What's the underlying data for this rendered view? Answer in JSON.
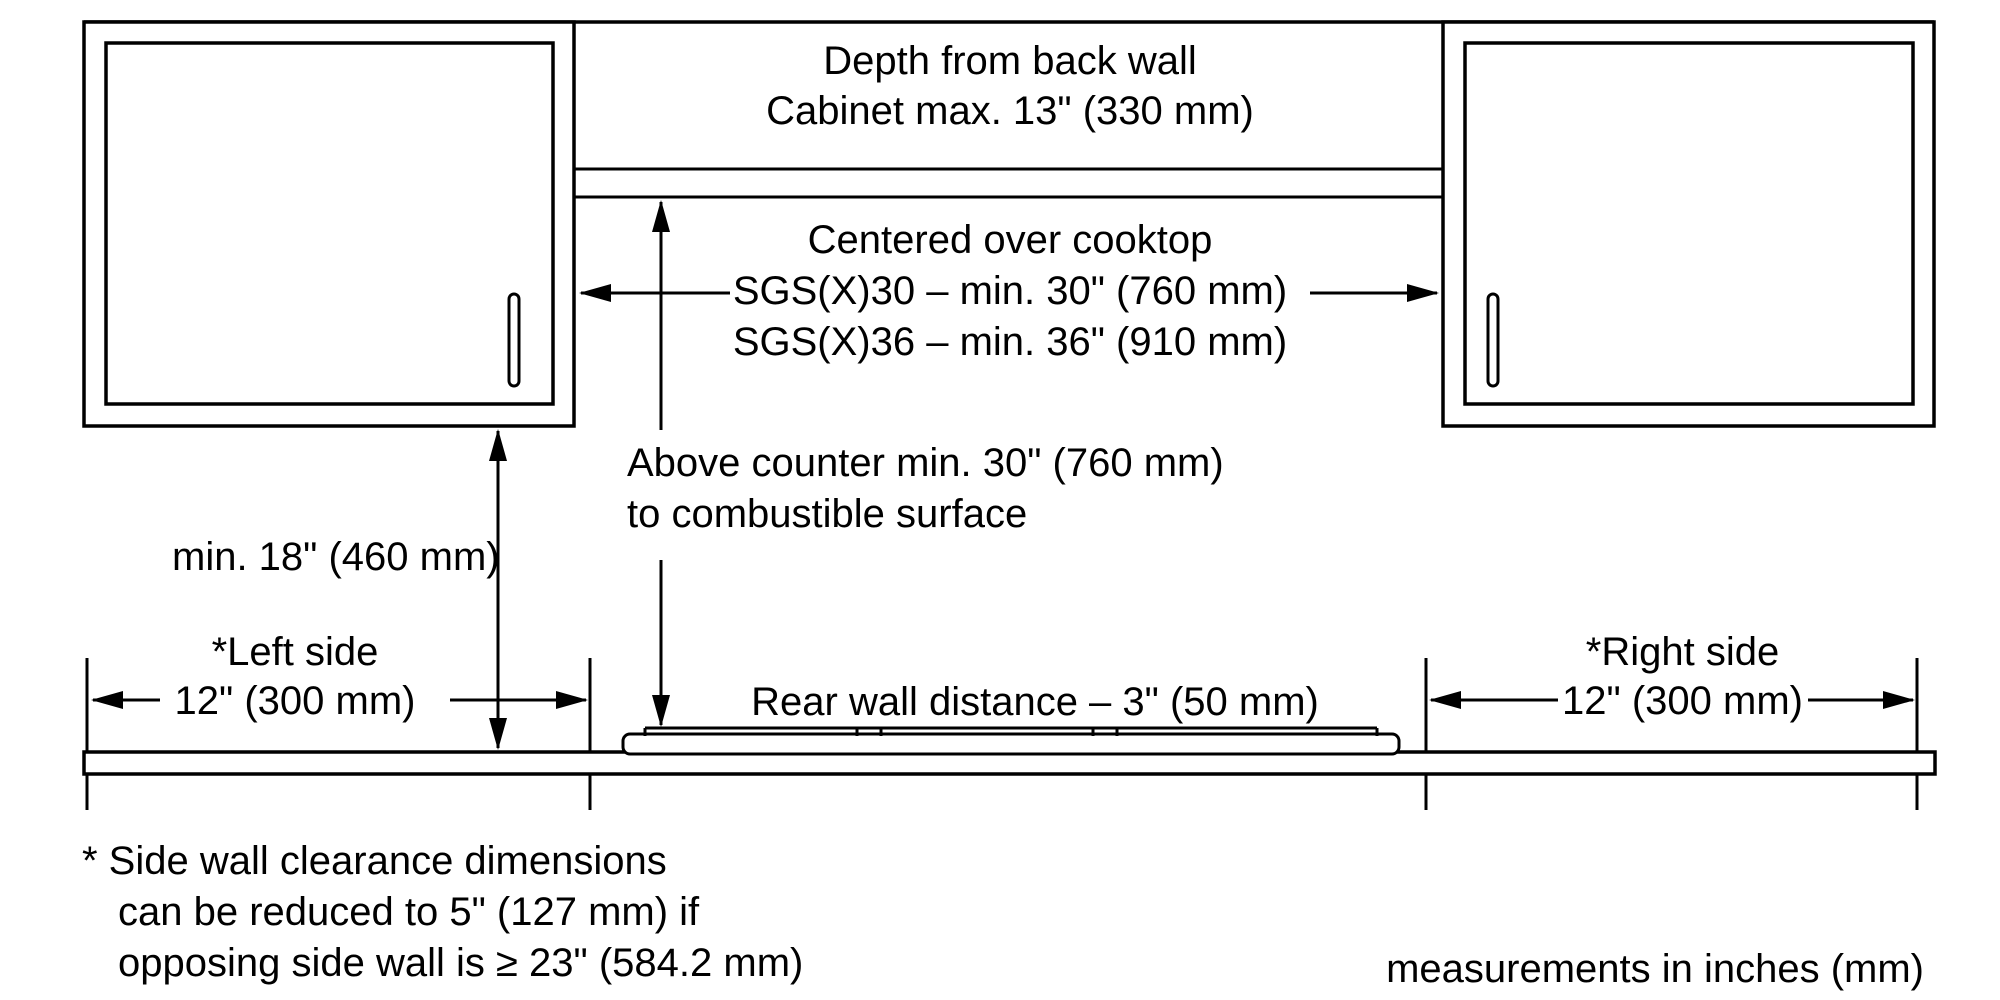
{
  "page": {
    "background": "#ffffff",
    "line_color": "#000000"
  },
  "labels": {
    "depth_note_line1": "Depth from back wall",
    "depth_note_line2": "Cabinet max. 13\" (330 mm)",
    "centered_line1": "Centered over cooktop",
    "centered_line2": "SGS(X)30 – min. 30\" (760 mm)",
    "centered_line3": "SGS(X)36 – min. 36\" (910 mm)",
    "above_counter_line1": "Above counter min. 30\" (760 mm)",
    "above_counter_line2": "to combustible surface",
    "min_clearance_below_cabinet": "min. 18\" (460 mm)",
    "left_side_line1": "*Left side",
    "left_side_line2": "12\" (300 mm)",
    "rear_wall": "Rear wall distance – 3\" (50 mm)",
    "right_side_line1": "*Right side",
    "right_side_line2": "12\" (300 mm)",
    "footnote_line1": "* Side wall clearance dimensions",
    "footnote_line2": "can be reduced to 5\" (127 mm) if",
    "footnote_line3": "opposing side wall is ≥ 23\" (584.2 mm)",
    "units_note": "measurements in inches (mm)"
  }
}
